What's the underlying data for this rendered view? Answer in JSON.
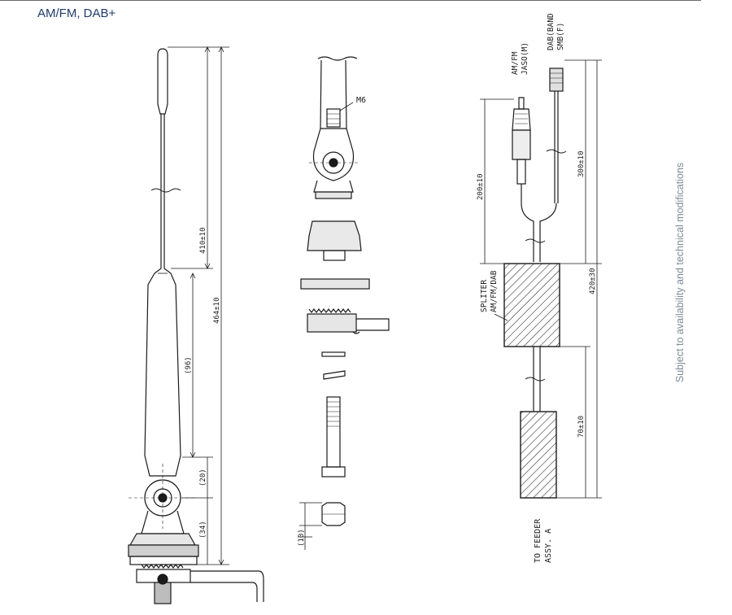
{
  "header": {
    "title": "AM/FM, DAB+"
  },
  "side_note": "Subject to availability and technical modifications",
  "antenna": {
    "dimensions": [
      "410±10",
      "464±10",
      "(96)",
      "(20)",
      "(34)"
    ]
  },
  "exploded": {
    "thread_label": "M6",
    "nut_dimension": "(10)"
  },
  "cable": {
    "amfm_label": [
      "AM/FM",
      "JASO(M)"
    ],
    "dab_label": [
      "DAB(BAND",
      "SMB(F)"
    ],
    "splitter_label": [
      "SPLITER",
      "AM/FM/DAB"
    ],
    "feeder_label": [
      "TO FEEDER",
      "ASSY. A"
    ],
    "dimensions": [
      "200±10",
      "300±10",
      "420±30",
      "70±10"
    ]
  }
}
